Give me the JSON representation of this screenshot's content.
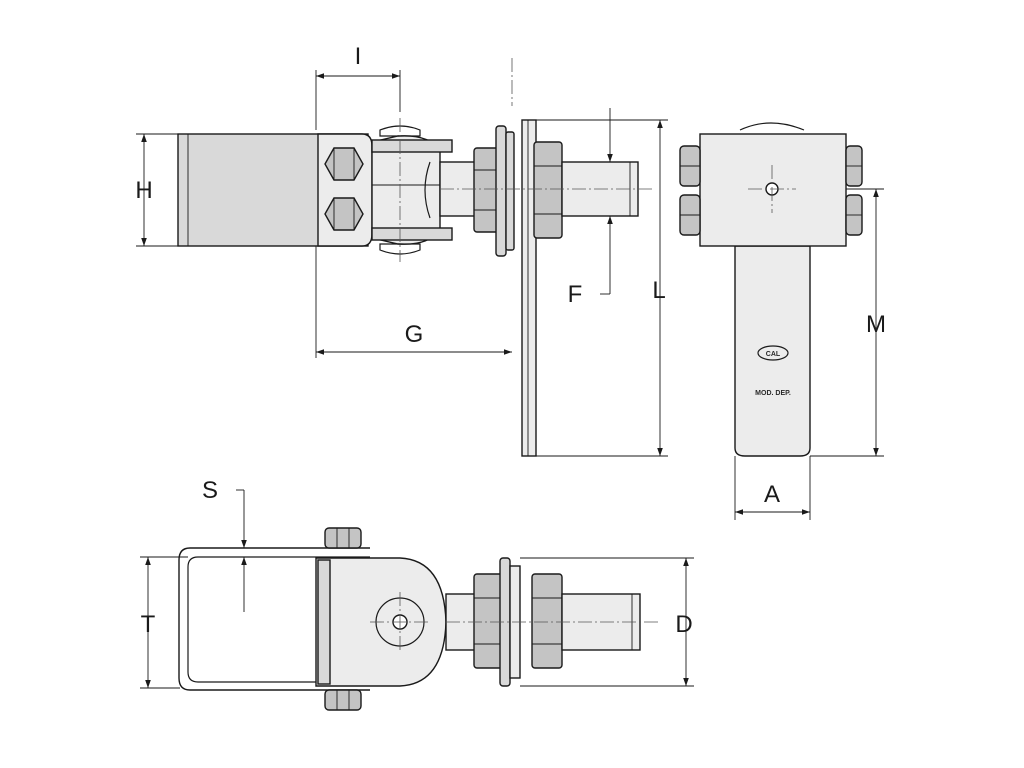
{
  "dimension_labels": {
    "I": "I",
    "H": "H",
    "G": "G",
    "F": "F",
    "L": "L",
    "M": "M",
    "A": "A",
    "S": "S",
    "T": "T",
    "D": "D"
  },
  "plate_marking": "MOD. DEP.",
  "logo_text": "CAL"
}
